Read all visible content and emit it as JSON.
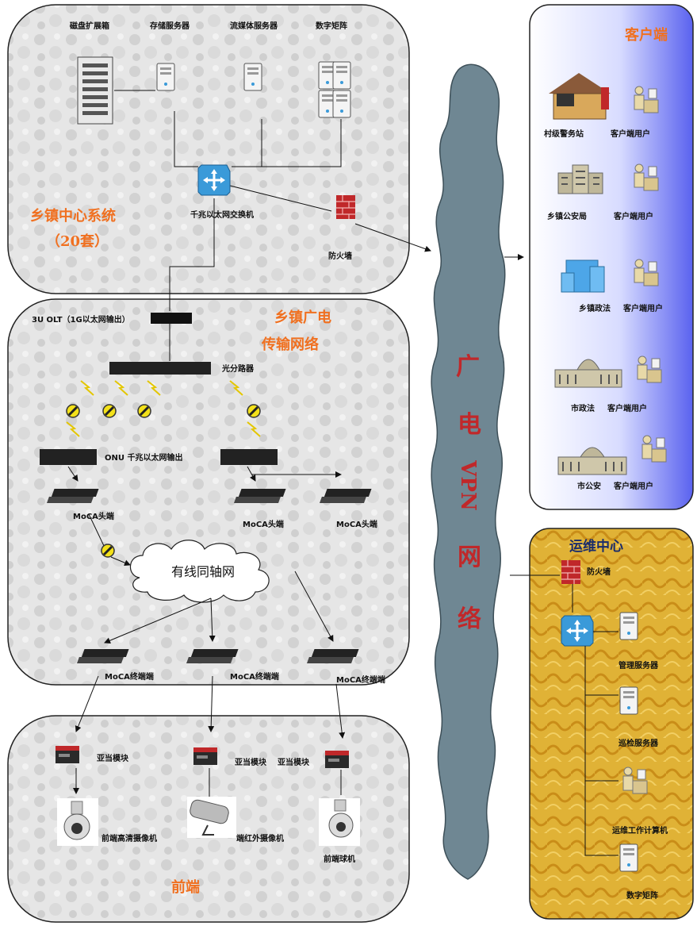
{
  "colors": {
    "orange_title": "#f07020",
    "cloud": "#6f8793",
    "client_panel": "#6a6ff2",
    "ops_panel": "#d7a21f",
    "firewall": "#c0282a",
    "switch": "#3a9ad9"
  },
  "center": {
    "title_line1": "乡镇中心系统",
    "title_line2": "（20套）",
    "disk": "磁盘扩展箱",
    "storage": "存储服务器",
    "stream": "流媒体服务器",
    "matrix": "数字矩阵",
    "switch": "千兆以太网交换机",
    "firewall": "防火墙"
  },
  "network": {
    "title_line1": "乡镇广电",
    "title_line2": "传输网络",
    "olt": "3U OLT（1G以太网输出）",
    "splitter": "光分路器",
    "onu": "ONU 千兆以太网输出",
    "moca_head": "MoCA头端",
    "coax": "有线同轴网",
    "moca_end": "MoCA终端端"
  },
  "front": {
    "title": "前端",
    "module": "亚当模块",
    "cam_hd": "前端高清摄像机",
    "cam_ir": "端红外摄像机",
    "cam_dome": "前端球机"
  },
  "vpn": {
    "chars": [
      "广",
      "电",
      "VPN",
      "网",
      "络"
    ]
  },
  "client": {
    "title": "客户端",
    "rows": [
      {
        "site": "村级警务站",
        "user": "客户端用户"
      },
      {
        "site": "乡镇公安局",
        "user": "客户端用户"
      },
      {
        "site": "乡镇政法",
        "user": "客户端用户"
      },
      {
        "site": "市政法",
        "user": "客户端用户"
      },
      {
        "site": "市公安",
        "user": "客户端用户"
      }
    ]
  },
  "ops": {
    "title": "运维中心",
    "firewall": "防火墙",
    "mgmt": "管理服务器",
    "patrol": "巡检服务器",
    "workstation": "运维工作计算机",
    "matrix": "数字矩阵"
  }
}
